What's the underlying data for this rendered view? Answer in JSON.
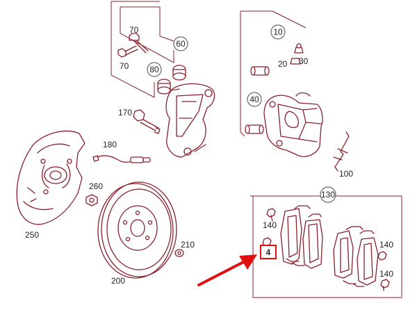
{
  "labels": {
    "p70a": "70",
    "p70b": "70",
    "p60": "60",
    "p80": "80",
    "p10": "10",
    "p20": "20",
    "p30": "30",
    "p40": "40",
    "p170": "170",
    "p180": "180",
    "p100": "100",
    "p250": "250",
    "p260": "260",
    "p200": "200",
    "p210": "210",
    "p130": "130",
    "p140a": "140",
    "p140b": "140",
    "p140c": "140",
    "p4": "4"
  },
  "colors": {
    "line": "#8a1f2b",
    "highlight": "#e01010",
    "arrow": "#e01010"
  }
}
